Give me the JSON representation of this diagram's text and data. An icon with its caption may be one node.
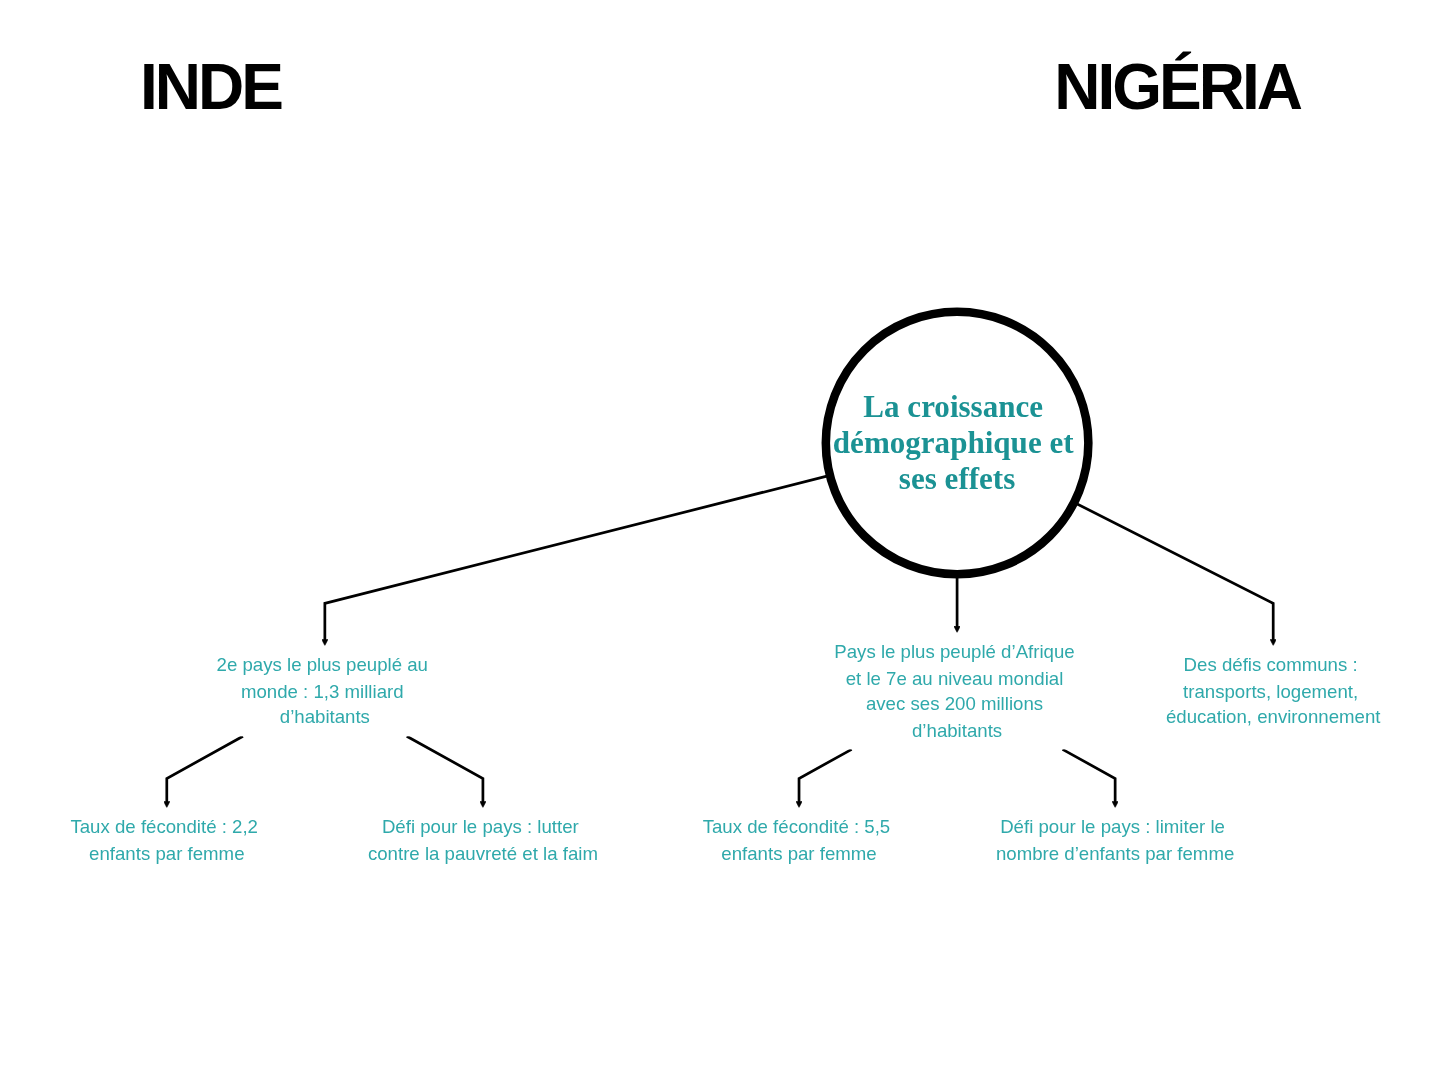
{
  "diagram": {
    "nodes": [
      {
        "text": [
          "La croissance démographique et ses effets"
        ]
      },
      {
        "text": [
          "2e pays le plus peuplé au monde : 1,3 milliard d’habitants"
        ]
      },
      {
        "text": [
          "Taux de fécondité : 2,2 enfants par femme"
        ]
      },
      {
        "text": [
          "Défi pour le pays : lutter contre la pauvreté et la faim"
        ]
      },
      {
        "text": [
          "Pays le plus peuplé d’Afrique et le 7e au niveau mondial avec ses 200 millions d’habitants"
        ]
      },
      {
        "text": [
          "Taux de fécondité : 5,5 enfants par femme"
        ]
      },
      {
        "text": [
          "Défi pour le pays : limiter le nombre d’enfants par femme"
        ]
      },
      {
        "text": [
          "Des défis communs : transports, logement, éducation, environnement"
        ]
      }
    ],
    "edges": [
      {
        "from": 0,
        "to": 1,
        "arrow": "to"
      },
      {
        "from": 1,
        "to": 2,
        "arrow": "to"
      },
      {
        "from": 1,
        "to": 3,
        "arrow": "to"
      },
      {
        "from": 0,
        "to": 7,
        "arrow": "to"
      },
      {
        "from": 0,
        "to": 4,
        "arrow": "to"
      },
      {
        "from": 4,
        "to": 5,
        "arrow": "to"
      },
      {
        "from": 4,
        "to": 6,
        "arrow": "to"
      }
    ],
    "labels": [
      "INDE",
      "NIGÉRIA"
    ]
  }
}
